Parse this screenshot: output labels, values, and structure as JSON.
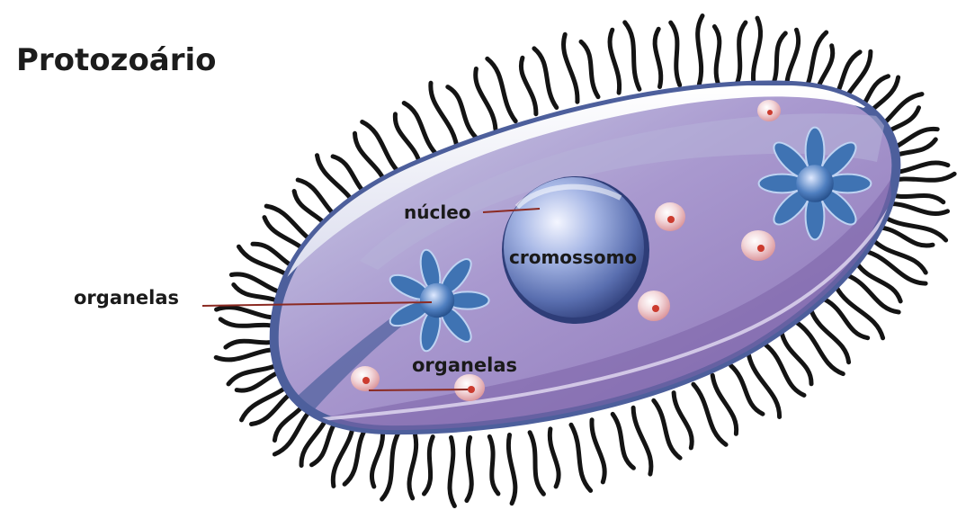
{
  "title": "Protozoário",
  "labels": {
    "nucleo": "núcleo",
    "cromossomo": "cromossomo",
    "organelas_left": "organelas",
    "organelas_lower": "organelas"
  },
  "colors": {
    "body_purple": "#9b86c4",
    "body_light": "#e9e4f2",
    "membrane": "#4d5f9c",
    "nucleus": "#5a6fb0",
    "organelle_blue": "#3f73b3",
    "vesicle_red": "#cc3b2f",
    "pointer_line": "#8b2a22",
    "cilia": "#141414"
  },
  "icons": [
    "flagella-icon",
    "organelle-star-icon",
    "vesicle-icon",
    "nucleus-icon"
  ]
}
